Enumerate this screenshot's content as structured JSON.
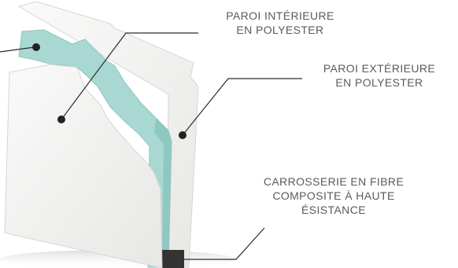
{
  "callouts": {
    "inner_wall": {
      "line1": "PAROI INTÉRIEURE",
      "line2": "EN POLYESTER"
    },
    "outer_wall": {
      "line1": "PAROI EXTÉRIEURE",
      "line2": "EN POLYESTER"
    },
    "body_shell": {
      "line1": "CARROSSERIE EN FIBRE",
      "line2": "COMPOSITE À HAUTE",
      "line3": "ÉSISTANCE"
    }
  },
  "colors": {
    "panel_white": "#f3f3f1",
    "panel_edge": "#d6d6d2",
    "insulation": "#a9d8d3",
    "insulation_shade": "#8fc7c1",
    "base_dark": "#333333",
    "leader_line": "#2a2a2a",
    "text": "#5a5a5a"
  }
}
